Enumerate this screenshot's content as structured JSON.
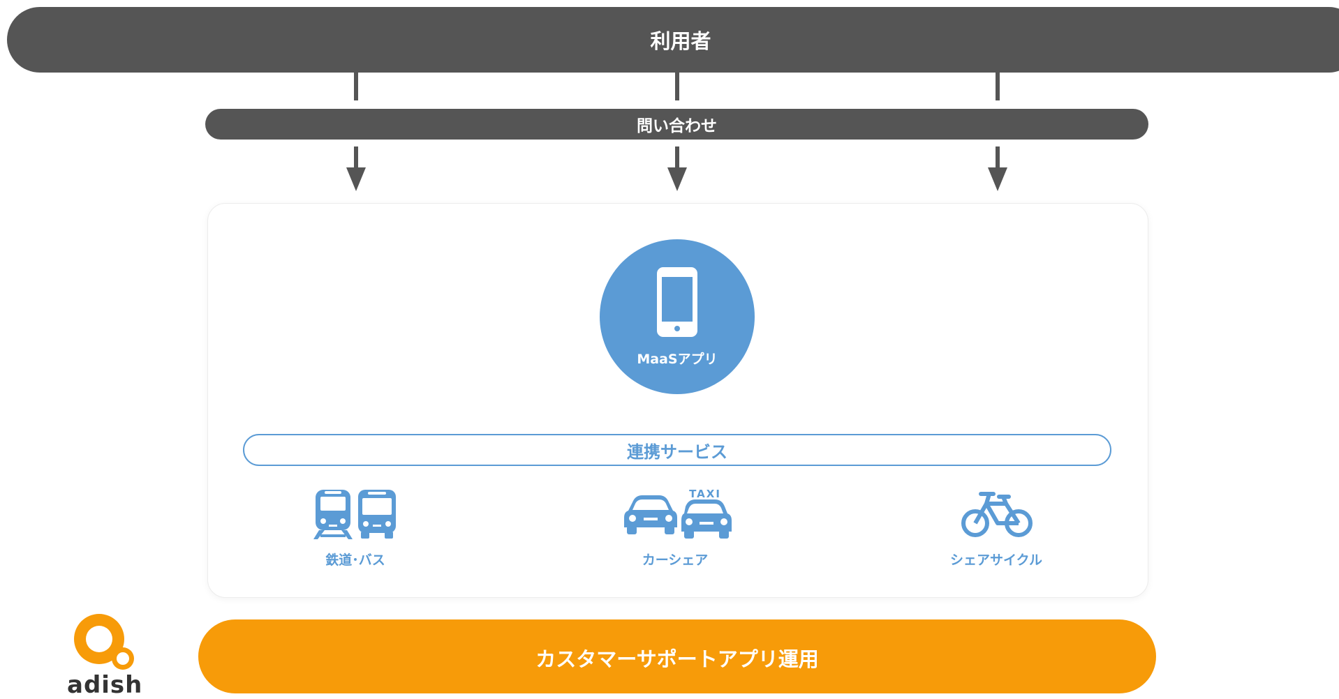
{
  "top_bar": {
    "label": "利用者"
  },
  "inquiry_bar": {
    "label": "問い合わせ"
  },
  "maas": {
    "label": "MaaSアプリ"
  },
  "services": {
    "title": "連携サービス",
    "items": [
      {
        "label": "鉄道･バス",
        "icon": "train-bus-icon"
      },
      {
        "label": "カーシェア",
        "icon": "car-taxi-icon",
        "badge": "TAXI"
      },
      {
        "label": "シェアサイクル",
        "icon": "bicycle-icon"
      }
    ]
  },
  "bottom_bar": {
    "label": "カスタマーサポートアプリ運用"
  },
  "logo": {
    "text": "adish"
  },
  "colors": {
    "dark": "#555555",
    "blue": "#5b9bd5",
    "orange": "#f79b09"
  }
}
